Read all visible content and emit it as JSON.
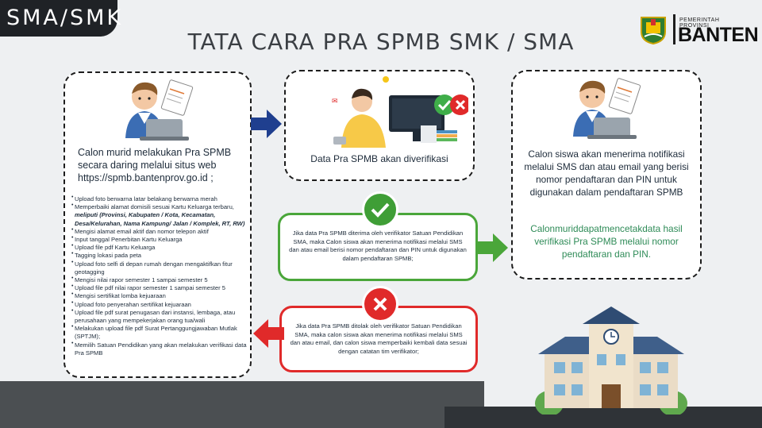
{
  "header": {
    "corner_label": "SMA/SMK",
    "title": "TATA CARA PRA SPMB SMK / SMA"
  },
  "logo": {
    "small": "PEMERINTAH PROVINSI",
    "big": "BANTEN"
  },
  "step1": {
    "lead": "Calon murid melakukan Pra SPMB secara daring melalui situs web https://spmb.bantenprov.go.id ;",
    "items": [
      "Upload foto berwarna latar belakang berwarna merah",
      "Memperbaiki alamat domisili sesuai Kartu Keluarga terbaru, meliputi (Provinsi, Kabupaten / Kota, Kecamatan, Desa/Kelurahan, Nama Kampung/ Jalan / Komplek, RT, RW)",
      "Mengisi alamat email aktif dan nomor telepon aktif",
      "Input tanggal Penerbitan Kartu Keluarga",
      "Upload file pdf Kartu Keluarga",
      "Tagging lokasi pada peta",
      "Upload foto selfi di depan rumah dengan mengaktifkan fitur geotagging",
      "Mengisi nilai rapor semester 1 sampai semester 5",
      "Upload file pdf nilai rapor semester 1 sampai semester 5",
      "Mengisi sertifikat lomba kejuaraan",
      "Upload foto penyerahan sertifikat kejuaraan",
      "Upload file pdf surat penugasan dari instansi, lembaga, atau perusahaan yang mempekerjakan orang tua/wali",
      "Melakukan upload file pdf Surat Pertanggungjawaban Mutlak (SPTJM);",
      "Memilih Satuan Pendidikan yang akan melakukan verifikasi data Pra SPMB"
    ]
  },
  "step2": {
    "caption": "Data Pra SPMB akan diverifikasi"
  },
  "accepted": {
    "text": "Jika data Pra SPMB diterima oleh verifikator Satuan Pendidikan SMA, maka Calon siswa akan menerima notifikasi melalui SMS dan atau email berisi nomor pendaftaran dan PIN untuk digunakan dalam pendaftaran SPMB;"
  },
  "rejected": {
    "text": "Jika data Pra SPMB ditolak oleh verifikator Satuan Pendidikan SMA, maka calon siswa akan menerima notifikasi melalui SMS dan atau email, dan calon siswa memperbaiki kembali data sesuai dengan catatan tim verifikator;"
  },
  "step3": {
    "caption": "Calon siswa akan menerima notifikasi melalui SMS dan atau email yang berisi nomor pendaftaran dan PIN untuk digunakan dalam pendaftaran SPMB",
    "green_note": "Calonmuriddapatmencetakdata hasil verifikasi Pra SPMB melalui nomor pendaftaran dan PIN."
  },
  "colors": {
    "arrow_blue": "#1f3f8f",
    "accept_green": "#4aa63a",
    "reject_red": "#e02a2a",
    "note_green": "#2e8b57"
  },
  "icons": [
    "student-laptop-illustration",
    "verification-illustration",
    "check-icon",
    "cross-icon",
    "arrow-right-icon",
    "arrow-left-icon",
    "school-illustration"
  ]
}
